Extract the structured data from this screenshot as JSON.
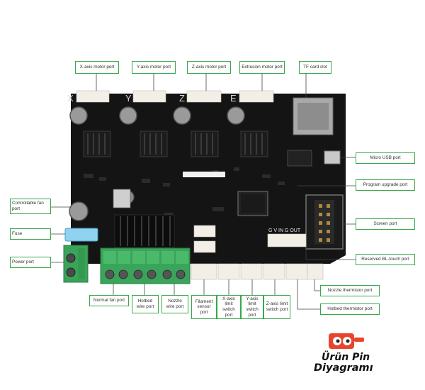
{
  "labels": {
    "x_motor": "X-axis motor port",
    "y_motor": "Y-axis motor port",
    "z_motor": "Z-axis motor port",
    "e_motor": "Extrusion motor port",
    "tf_card": "TF card slot",
    "micro_usb": "Micro USB port",
    "program_upgrade": "Program upgrade port",
    "screen": "Screen port",
    "bltouch": "Reserved BL-touch port",
    "nozzle_thermistor": "Nozzle thermistor port",
    "hotbed_thermistor": "Hotbed thermistor port",
    "z_limit": "Z-axis limit switch port",
    "y_limit": "Y-axis limit switch port",
    "x_limit": "X-axis limit switch port",
    "filament": "Filament sensor port",
    "nozzle_wire": "Nozzle wire port",
    "hotbed_wire": "Hotbed wire port",
    "normal_fan": "Normal fan port",
    "controllable_fan": "Controllable fan port",
    "fuse": "Fuse",
    "power": "Power port"
  },
  "silkscreen": {
    "axis_x": "X",
    "axis_y": "Y",
    "axis_z": "Z",
    "axis_e": "E",
    "header_pins": "G V IN G OUT"
  },
  "brand": {
    "line1": "Ürün Pin",
    "line2": "Diyagramı"
  },
  "colors": {
    "label_border": "#35a84a",
    "leader_line": "#444444",
    "board": "#141414",
    "terminal_green": "#3aa45a"
  }
}
